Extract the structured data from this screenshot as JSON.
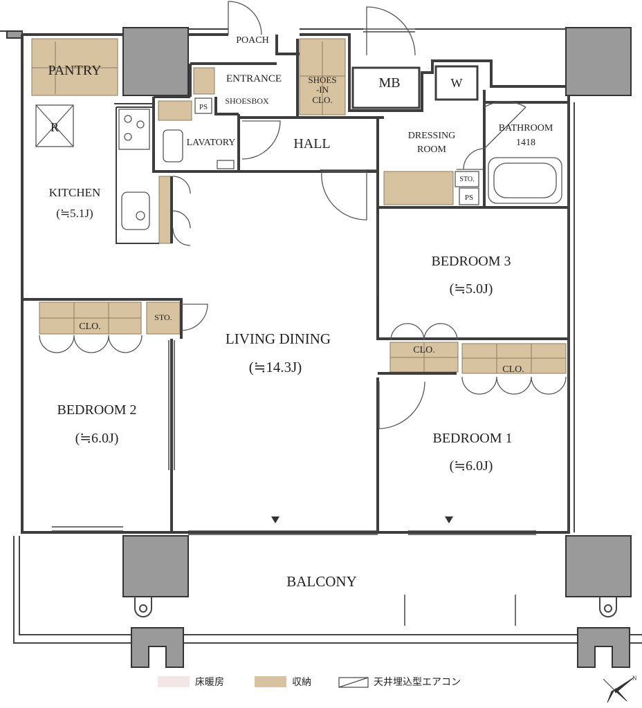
{
  "rooms": {
    "pantry": "PANTRY",
    "poach": "POACH",
    "entrance": "ENTRANCE",
    "shoes_box": "SHOESBOX",
    "shoes_clo_1": "SHOES",
    "shoes_clo_2": "-IN",
    "shoes_clo_3": "CLO.",
    "mb": "MB",
    "w": "W",
    "ps_entrance": "PS",
    "lavatory": "LAVATORY",
    "hall": "HALL",
    "dressing_1": "DRESSING",
    "dressing_2": "ROOM",
    "bathroom_1": "BATHROOM",
    "bathroom_2": "1418",
    "sto_dressing": "STO.",
    "ps_dressing": "PS",
    "refrigerator": "R",
    "kitchen_name": "KITCHEN",
    "kitchen_size": "(≒5.1J)",
    "bedroom3_name": "BEDROOM 3",
    "bedroom3_size": "(≒5.0J)",
    "living_name": "LIVING DINING",
    "living_size": "(≒14.3J)",
    "bedroom2_clo": "CLO.",
    "bedroom2_sto": "STO.",
    "bedroom2_name": "BEDROOM 2",
    "bedroom2_size": "(≒6.0J)",
    "bedroom1_clo_a": "CLO.",
    "bedroom1_clo_b": "CLO.",
    "bedroom1_name": "BEDROOM 1",
    "bedroom1_size": "(≒6.0J)",
    "balcony": "BALCONY"
  },
  "legend": {
    "floor_heating": "床暖房",
    "storage": "収納",
    "ceiling_ac": "天井埋込型エアコン"
  },
  "colors": {
    "wall": "#3d3d3d",
    "column": "#9a9a9a",
    "storage": "#d8c3a0",
    "floor_heating": "#f2e6e6",
    "line": "#444444"
  }
}
